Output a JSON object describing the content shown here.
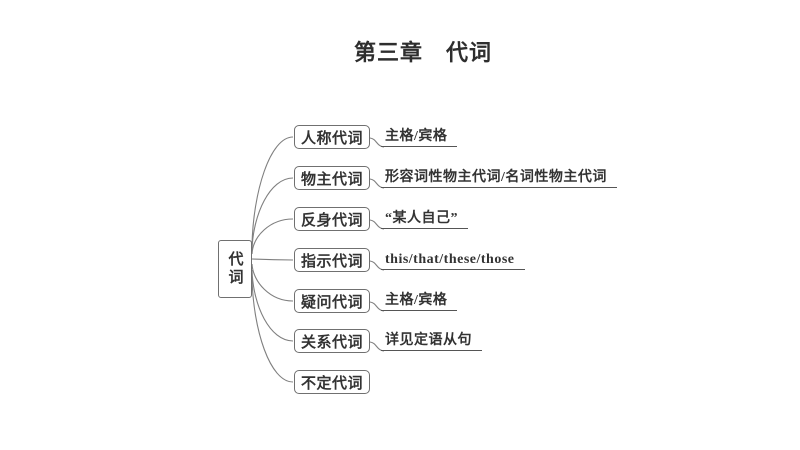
{
  "title": "第三章　代词",
  "root": {
    "label": "代词"
  },
  "branches": [
    {
      "label": "人称代词",
      "leaf": "主格/宾格"
    },
    {
      "label": "物主代词",
      "leaf": "形容词性物主代词/名词性物主代词"
    },
    {
      "label": "反身代词",
      "leaf": "“某人自己”"
    },
    {
      "label": "指示代词",
      "leaf": "this/that/these/those"
    },
    {
      "label": "疑问代词",
      "leaf": "主格/宾格"
    },
    {
      "label": "关系代词",
      "leaf": "详见定语从句"
    },
    {
      "label": "不定代词",
      "leaf": ""
    }
  ],
  "colors": {
    "background": "#ffffff",
    "line": "#7f7f7f",
    "box_border": "#707070",
    "text": "#333333",
    "underline": "#555555"
  }
}
